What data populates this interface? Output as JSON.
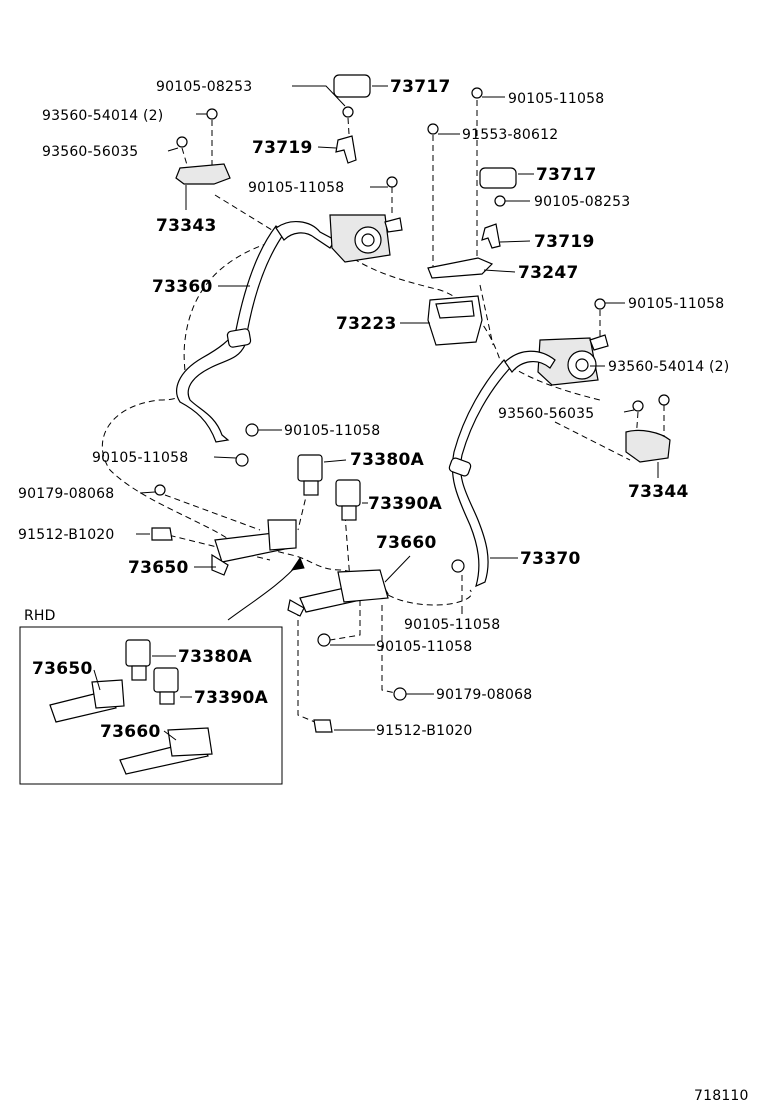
{
  "diagram_id": "718110",
  "rhd_box_label": "RHD",
  "labels": {
    "p90105_08253_top": "90105-08253",
    "p73717_top": "73717",
    "p90105_11058_topright": "90105-11058",
    "p93560_54014_left": "93560-54014 (2)",
    "p93560_56035_left": "93560-56035",
    "p73719_left": "73719",
    "p91553_80612": "91553-80612",
    "p73717_right": "73717",
    "p90105_11058_mid": "90105-11058",
    "p90105_08253_right": "90105-08253",
    "p73343": "73343",
    "p73719_right": "73719",
    "p73247": "73247",
    "p73360": "73360",
    "p90105_11058_far_right": "90105-11058",
    "p73223": "73223",
    "p93560_54014_right": "93560-54014 (2)",
    "p93560_56035_right": "93560-56035",
    "p90105_11058_belt": "90105-11058",
    "p73344": "73344",
    "p90105_11058_left": "90105-11058",
    "p73380A": "73380A",
    "p90179_08068_left": "90179-08068",
    "p73390A": "73390A",
    "p91512_B1020_left": "91512-B1020",
    "p73660": "73660",
    "p73650": "73650",
    "p73370": "73370",
    "p90105_11058_lower_right": "90105-11058",
    "p90105_11058_lower": "90105-11058",
    "p90179_08068_lower": "90179-08068",
    "p91512_B1020_lower": "91512-B1020",
    "rhd_73650": "73650",
    "rhd_73380A": "73380A",
    "rhd_73390A": "73390A",
    "rhd_73660": "73660"
  }
}
